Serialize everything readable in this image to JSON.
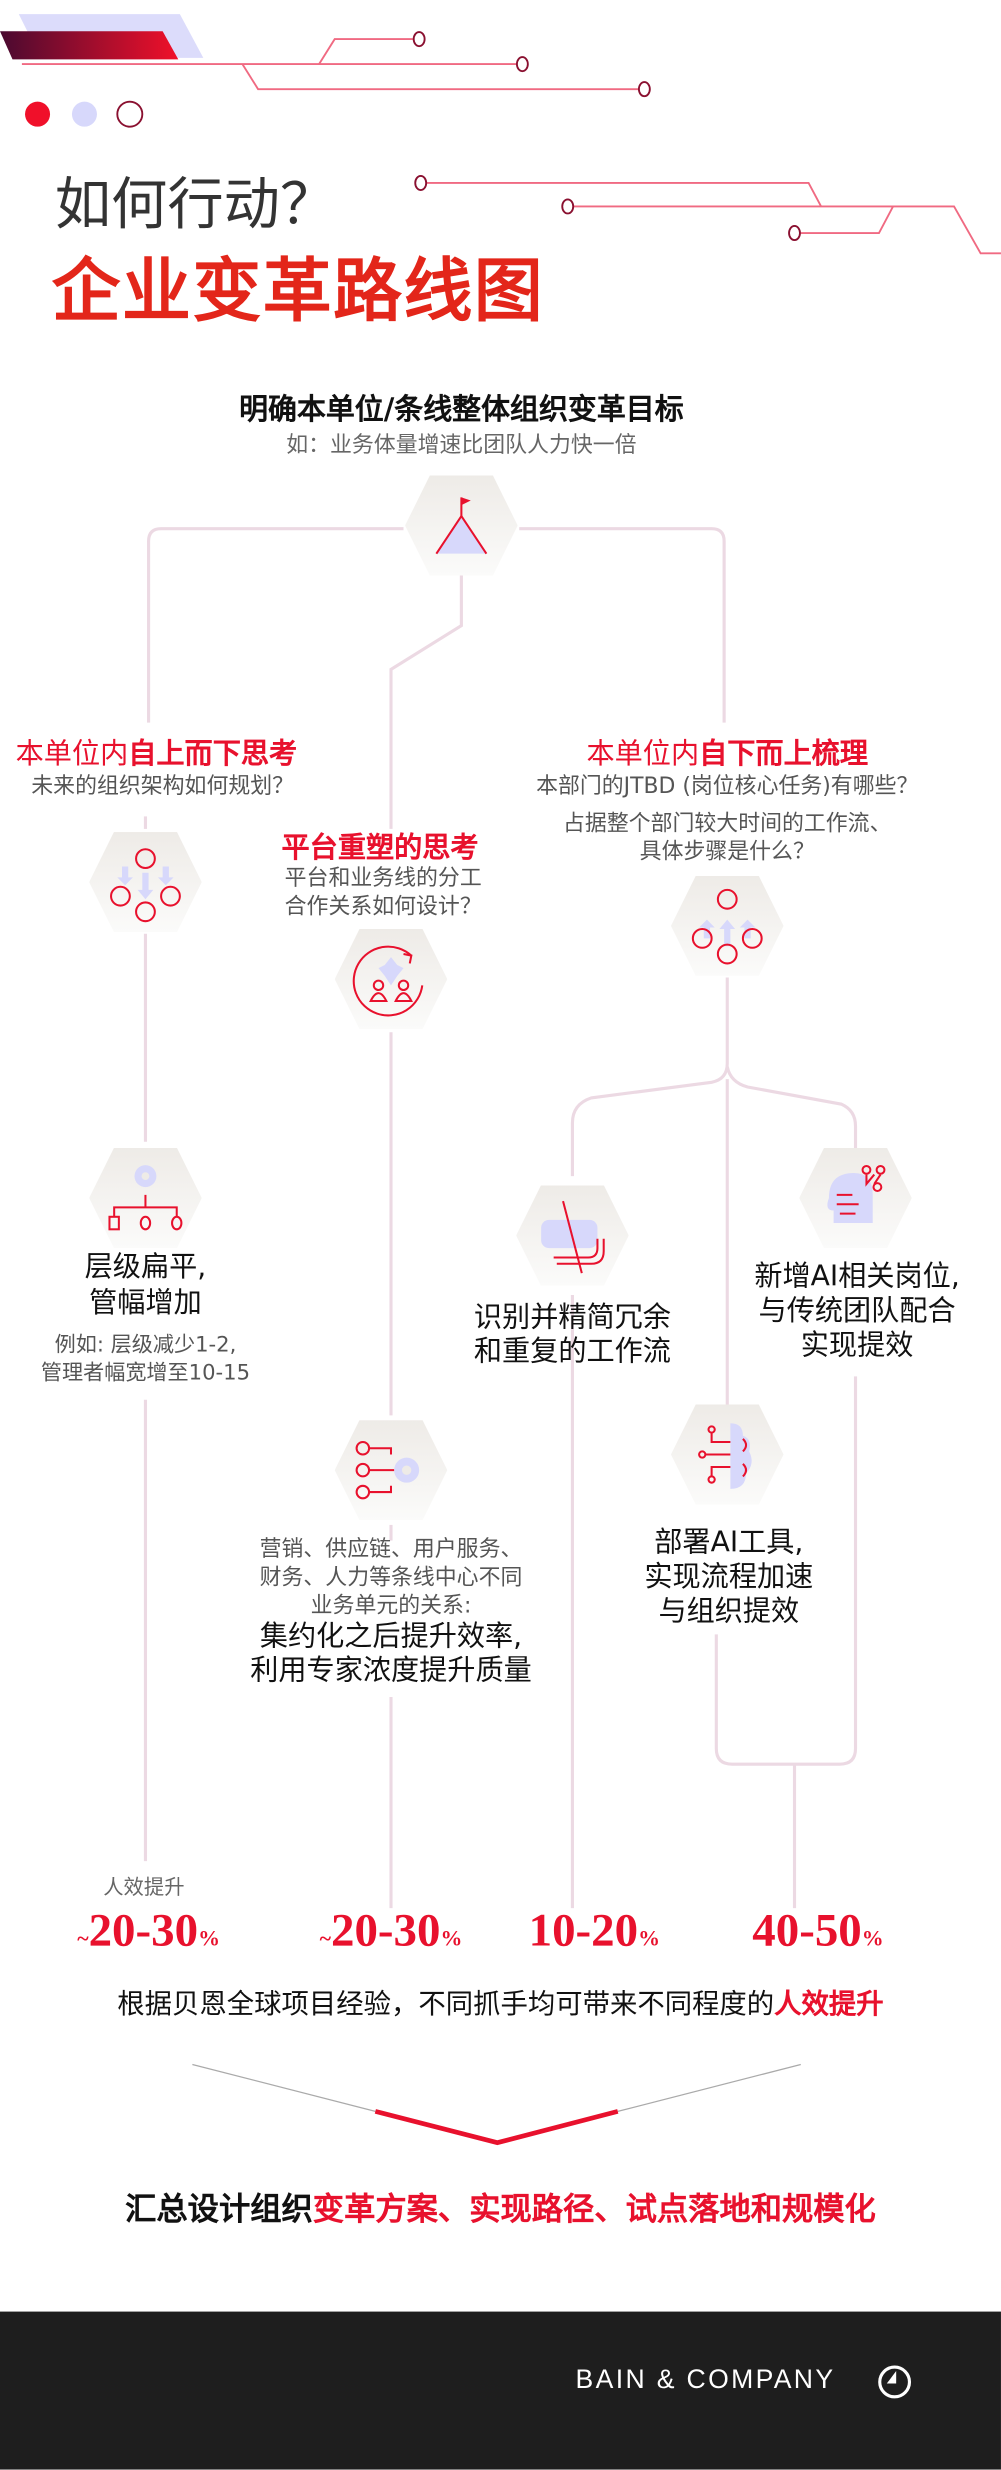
{
  "header": {
    "title_line1": "如何行动？",
    "title_line2": "企业变革路线图"
  },
  "goal": {
    "title": "明确本单位/条线整体组织变革目标",
    "subtitle": "如：业务体量增速比团队人力快一倍",
    "icon": "mountain-flag-icon"
  },
  "branches": {
    "top_down": {
      "title_plain": "本单位内",
      "title_bold": "自上而下思考",
      "question": "未来的组织架构如何规划？",
      "icon": "people-down-arrows-icon"
    },
    "platform": {
      "title": "平台重塑的思考",
      "question_line1": "平台和业务线的分工",
      "question_line2": "合作关系如何设计？",
      "icon": "cycle-people-icon"
    },
    "bottom_up": {
      "title_plain": "本单位内",
      "title_bold": "自下而上梳理",
      "question_line1": "本部门的JTBD (岗位核心任务)有哪些？",
      "question_line2": "占据整个部门较大时间的工作流、",
      "question_line3": "具体步骤是什么？",
      "icon": "people-up-arrows-icon"
    }
  },
  "actions": {
    "flatten": {
      "line1": "层级扁平,",
      "line2": "管幅增加",
      "note1": "例如: 层级减少1-2,",
      "note2": "管理者幅宽增至10-15",
      "icon": "org-chart-gear-icon"
    },
    "centralize": {
      "note1": "营销、供应链、用户服务、",
      "note2": "财务、人力等条线中心不同",
      "note3": "业务单元的关系:",
      "line1": "集约化之后提升效率,",
      "line2": "利用专家浓度提升质量",
      "icon": "nodes-gear-icon"
    },
    "streamline": {
      "line1": "识别并精简冗余",
      "line2": "和重复的工作流",
      "icon": "cut-workflow-icon"
    },
    "ai_roles": {
      "line1": "新增AI相关岗位,",
      "line2": "与传统团队配合",
      "line3": "实现提效",
      "icon": "ai-head-icon"
    },
    "ai_tools": {
      "line1": "部署AI工具,",
      "line2": "实现流程加速",
      "line3": "与组织提效",
      "icon": "ai-brain-icon"
    }
  },
  "results": {
    "label": "人效提升",
    "values": [
      {
        "prefix": "~",
        "range": "20-30",
        "unit": "%"
      },
      {
        "prefix": "~",
        "range": "20-30",
        "unit": "%"
      },
      {
        "prefix": "",
        "range": "10-20",
        "unit": "%"
      },
      {
        "prefix": "",
        "range": "40-50",
        "unit": "%"
      }
    ],
    "summary_plain": "根据贝恩全球项目经验，不同抓手均可带来不同程度的",
    "summary_highlight": "人效提升"
  },
  "conclusion": {
    "plain": "汇总设计组织",
    "highlight": "变革方案、实现路径、试点落地和规模化"
  },
  "footer": {
    "brand": "BAIN & COMPANY"
  },
  "colors": {
    "accent": "#e8112d",
    "title_red": "#e3261a",
    "lavender": "#d7d8fb",
    "connector": "#ecd9e3",
    "footer": "#1e1e1e"
  }
}
